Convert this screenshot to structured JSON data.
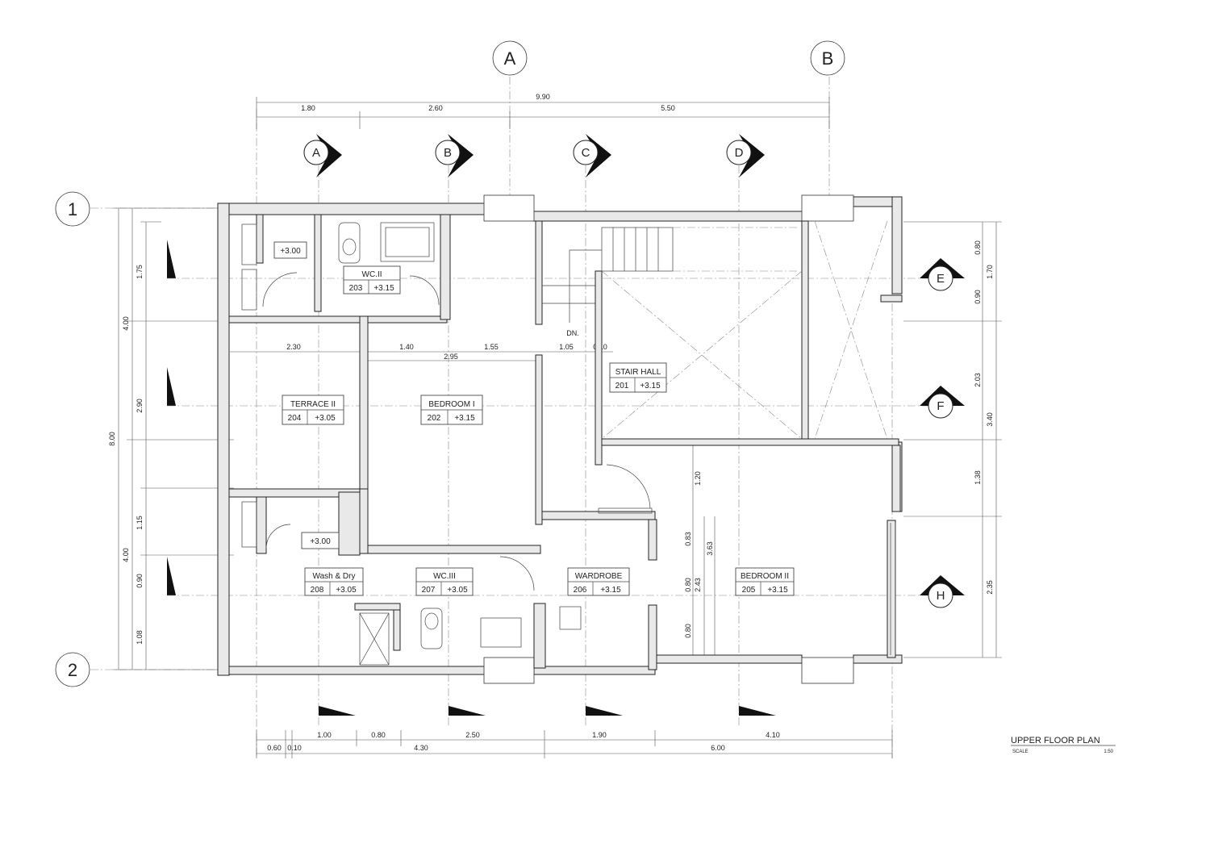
{
  "drawing": {
    "title": "UPPER FLOOR PLAN",
    "scale_label": "SCALE",
    "scale_value": "1:50"
  },
  "grid": {
    "col_a": "A",
    "col_b": "B",
    "row_1": "1",
    "row_2": "2"
  },
  "section_markers": {
    "top": [
      "A",
      "B",
      "C",
      "D"
    ],
    "right": [
      "E",
      "F",
      "H"
    ]
  },
  "dimensions": {
    "top_total": "9.90",
    "top": [
      "1.80",
      "2.60",
      "5.50"
    ],
    "interior_row": [
      "2.30",
      "1.40",
      "1.55",
      "1.05",
      "0.10"
    ],
    "interior_center": "2.95",
    "left_outer": "8.00",
    "left_middle": [
      "4.00",
      "4.00"
    ],
    "left_inner": [
      "1.75",
      "2.90",
      "1.15",
      "0.90",
      "1.08"
    ],
    "right_outer": [
      "0.80",
      "1.70",
      "0.90",
      "2.03",
      "3.40",
      "1.38",
      "2.35"
    ],
    "bottom_row1": [
      "1.00",
      "0.80",
      "2.50",
      "1.90",
      "4.10"
    ],
    "bottom_row2": [
      "0.60",
      "0.10",
      "4.30",
      "6.00"
    ],
    "bedroom2_vertical": [
      "1.20",
      "0.83",
      "3.63",
      "0.80",
      "2.43",
      "0.80"
    ]
  },
  "rooms": [
    {
      "name": "WC.II",
      "num": "203",
      "level": "+3.15"
    },
    {
      "name": "TERRACE II",
      "num": "204",
      "level": "+3.05"
    },
    {
      "name": "BEDROOM I",
      "num": "202",
      "level": "+3.15"
    },
    {
      "name": "STAIR HALL",
      "num": "201",
      "level": "+3.15"
    },
    {
      "name": "Wash & Dry",
      "num": "208",
      "level": "+3.05"
    },
    {
      "name": "WC.III",
      "num": "207",
      "level": "+3.05"
    },
    {
      "name": "WARDROBE",
      "num": "206",
      "level": "+3.15"
    },
    {
      "name": "BEDROOM II",
      "num": "205",
      "level": "+3.15"
    }
  ],
  "level_tags": [
    "+3.00",
    "+3.00"
  ],
  "stair_label": "DN."
}
